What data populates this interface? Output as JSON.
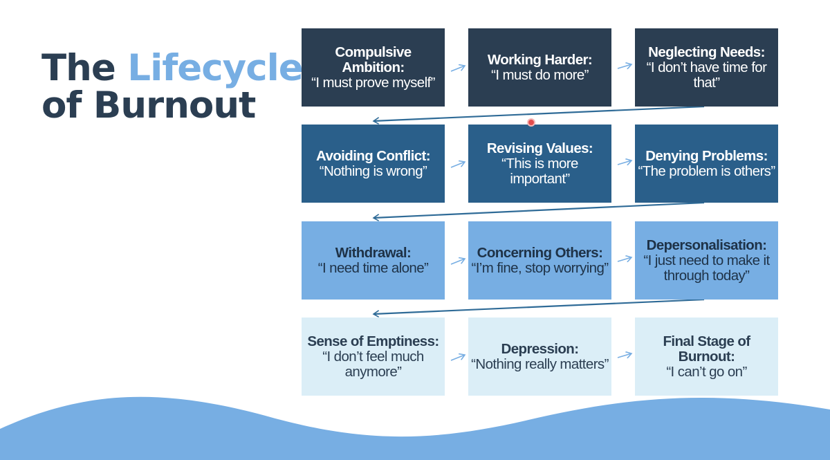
{
  "title": {
    "part1": "The ",
    "accent": "Lifecycle",
    "part2": "of Burnout"
  },
  "stages": [
    {
      "head": "Compulsive Ambition:",
      "quote": "“I must prove myself”"
    },
    {
      "head": "Working Harder:",
      "quote": "“I must do more”"
    },
    {
      "head": "Neglecting Needs:",
      "quote": "“I don’t have time for that”"
    },
    {
      "head": "Avoiding Conflict:",
      "quote": "“Nothing is wrong”"
    },
    {
      "head": "Revising Values:",
      "quote": "“This is more important”"
    },
    {
      "head": "Denying Problems:",
      "quote": "“The problem is others”"
    },
    {
      "head": "Withdrawal:",
      "quote": "“I need time alone”"
    },
    {
      "head": "Concerning Others:",
      "quote": "“I’m fine, stop worrying”"
    },
    {
      "head": "Depersonalisation:",
      "quote": "“I just need to make it through today”"
    },
    {
      "head": "Sense of Emptiness:",
      "quote": "“I don’t feel much anymore”"
    },
    {
      "head": "Depression:",
      "quote": "“Nothing really matters”"
    },
    {
      "head": "Final Stage of Burnout:",
      "quote": "“I can’t go on”"
    }
  ],
  "colors": {
    "title_dark": "#2b3e52",
    "title_accent": "#77aee3",
    "row1": "#2b3e52",
    "row2": "#2a5f8a",
    "row3": "#77aee3",
    "row4": "#dbeef7",
    "wave": "#77aee3"
  }
}
